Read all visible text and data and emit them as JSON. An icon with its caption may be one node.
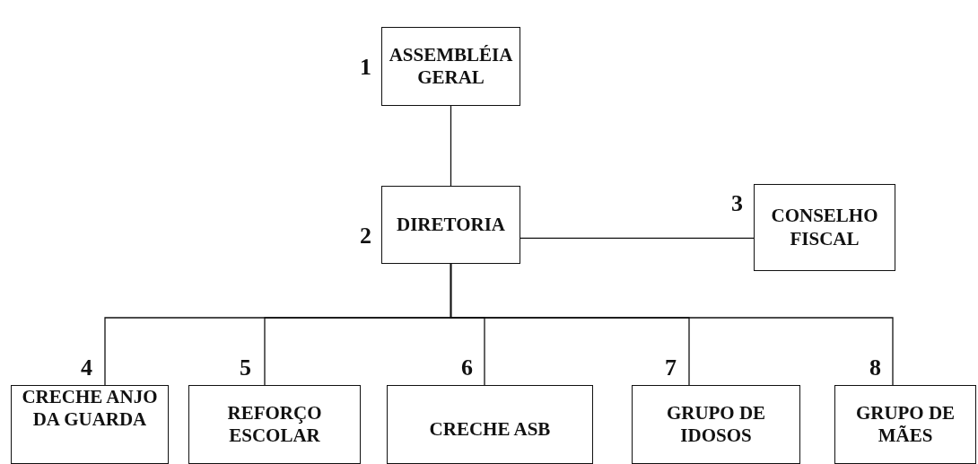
{
  "diagram": {
    "nodes": [
      {
        "text": [
          "ASSEMBLÉIA GERAL"
        ],
        "beside": [
          "1"
        ]
      },
      {
        "text": [
          "DIRETORIA"
        ],
        "beside": [
          "2"
        ]
      },
      {
        "text": [
          "CONSELHO FISCAL"
        ],
        "beside": [
          "3"
        ]
      },
      {
        "text": [
          "CRECHE ANJO DA GUARDA"
        ],
        "beside": [
          "4"
        ]
      },
      {
        "text": [
          "REFORÇO ESCOLAR"
        ],
        "beside": [
          "5"
        ]
      },
      {
        "text": [
          "CRECHE ASB"
        ],
        "beside": [
          "6"
        ]
      },
      {
        "text": [
          "GRUPO DE IDOSOS"
        ],
        "beside": [
          "7"
        ]
      },
      {
        "text": [
          "GRUPO DE MÃES"
        ],
        "beside": [
          "8"
        ]
      }
    ],
    "edges": [
      {
        "from": 0,
        "to": 1,
        "arrow": "none"
      },
      {
        "from": 1,
        "to": 2,
        "arrow": "none"
      },
      {
        "from": 1,
        "to": 3,
        "arrow": "none"
      },
      {
        "from": 1,
        "to": 4,
        "arrow": "none"
      },
      {
        "from": 1,
        "to": 5,
        "arrow": "none"
      },
      {
        "from": 1,
        "to": 6,
        "arrow": "none"
      },
      {
        "from": 1,
        "to": 7,
        "arrow": "none"
      }
    ]
  }
}
